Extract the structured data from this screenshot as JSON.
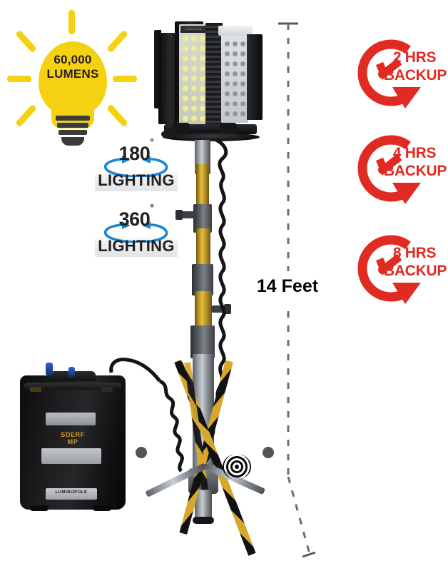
{
  "page": {
    "title": "Luminopole portable LED light tower infographic",
    "background": "#ffffff"
  },
  "colors": {
    "bulb_yellow": "#f5d211",
    "bulb_base_dark": "#3b3b3d",
    "badge_blue": "#1b87d2",
    "clock_red": "#e02b23",
    "text_dark": "#231f20",
    "leg_yellow": "#d8a72a",
    "leg_black": "#111111",
    "mast_gold": "#c7a02b",
    "measure_line": "#58595b"
  },
  "lumens_badge": {
    "icon": "light-bulb-icon",
    "value": "60,000",
    "unit": "LUMENS"
  },
  "lighting_badges": [
    {
      "degrees": "180",
      "degree_symbol": "°",
      "label": "LIGHTING",
      "icon": "rotation-arrow-icon"
    },
    {
      "degrees": "360",
      "degree_symbol": "°",
      "label": "LIGHTING",
      "icon": "rotation-arrow-icon"
    }
  ],
  "backup_badges": [
    {
      "icon": "clock-arrow-icon",
      "hours_line": "2 HRS",
      "backup_line": "BACKUP"
    },
    {
      "icon": "clock-arrow-icon",
      "hours_line": "4 HRS",
      "backup_line": "BACKUP"
    },
    {
      "icon": "clock-arrow-icon",
      "hours_line": "8 HRS",
      "backup_line": "BACKUP"
    }
  ],
  "measurement": {
    "label": "14 Feet",
    "style": "dashed-vertical-line-with-end-ticks"
  },
  "product": {
    "name": "portable-led-light-tower",
    "light_head": {
      "name": "led-flood-light-head",
      "panels": 4
    },
    "mast": {
      "name": "telescoping-mast",
      "sections": 4
    },
    "tripod": {
      "name": "tripod-stand",
      "legs": 3
    },
    "battery_case": {
      "name": "battery-power-case",
      "model_text": "SDERF\nMP",
      "model_line_1": "SDERF",
      "model_line_2": "MP",
      "brand_label": "LUMINOPOLE"
    },
    "cable": {
      "name": "coiled-power-cable"
    }
  }
}
